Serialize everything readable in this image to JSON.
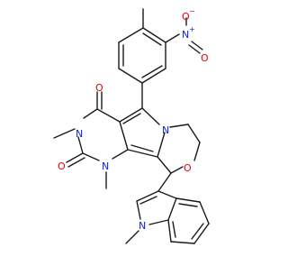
{
  "molecule": {
    "atom_labels": {
      "o_carbonyl_top": "O",
      "o_carbonyl_bottom": "O",
      "o_ring_ether": "O",
      "o_nitro_minus": "O",
      "o_nitro_minus_charge": "−",
      "o_nitro_double": "O",
      "n_nitro": "N",
      "n_nitro_charge": "+",
      "n_uracil_3": "N",
      "n_uracil_1": "N",
      "n_pyrrole": "N",
      "n_indole": "N"
    },
    "colors": {
      "oxygen": "#e8000b",
      "nitrogen": "#0a1ee6",
      "bond": "#1a1a1a",
      "background": "#ffffff"
    }
  }
}
